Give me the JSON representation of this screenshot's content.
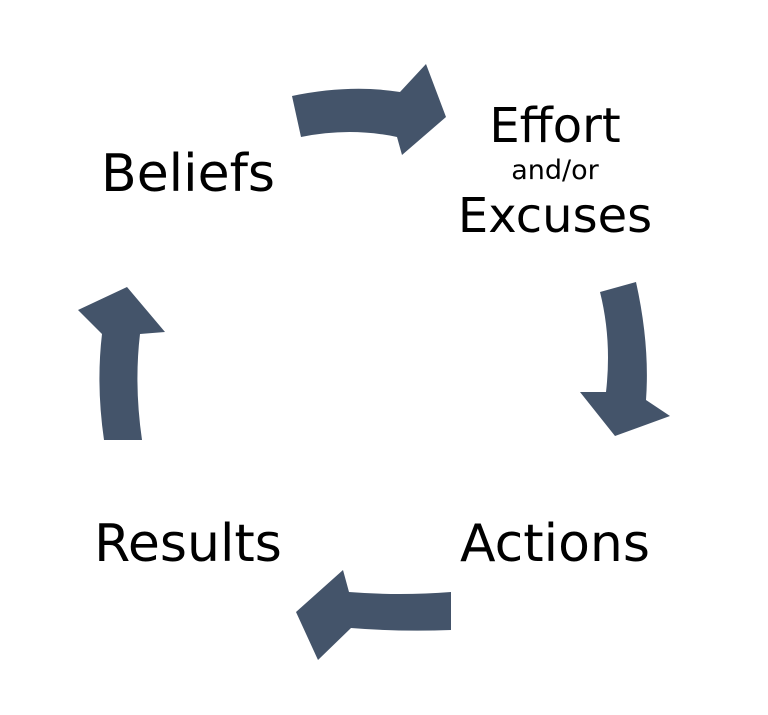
{
  "diagram": {
    "arrow_color": "#44546a",
    "nodes": {
      "beliefs": "Beliefs",
      "effort": {
        "line1": "Effort",
        "line2": "and/or",
        "line3": "Excuses"
      },
      "actions": "Actions",
      "results": "Results"
    },
    "arrows": [
      {
        "from": "beliefs",
        "to": "effort"
      },
      {
        "from": "effort",
        "to": "actions"
      },
      {
        "from": "actions",
        "to": "results"
      },
      {
        "from": "results",
        "to": "beliefs"
      }
    ]
  }
}
